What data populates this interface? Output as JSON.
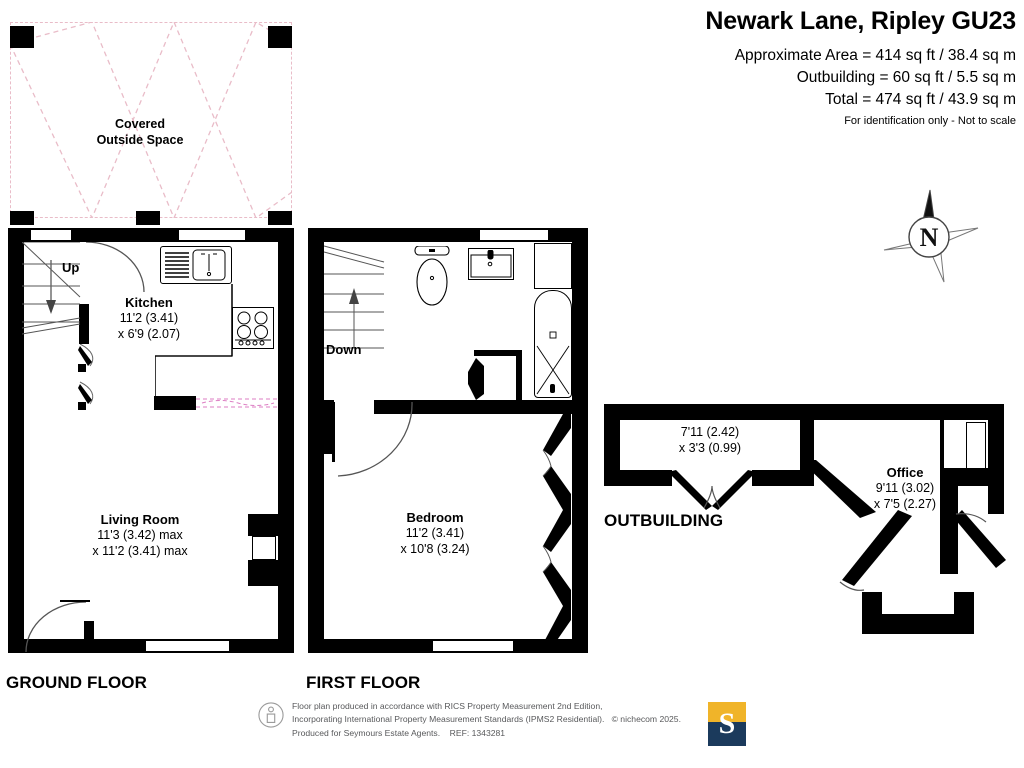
{
  "header": {
    "title": "Newark Lane, Ripley GU23",
    "area_main": "Approximate Area = 414 sq ft / 38.4 sq m",
    "area_outbuilding": "Outbuilding = 60 sq ft / 5.5 sq m",
    "area_total": "Total = 474 sq ft / 43.9 sq m",
    "disclaimer": "For identification only - Not to scale"
  },
  "ground_floor": {
    "title": "GROUND FLOOR",
    "covered_space": {
      "line1": "Covered",
      "line2": "Outside Space"
    },
    "kitchen": {
      "name": "Kitchen",
      "dim1": "11'2 (3.41)",
      "dim2": "x 6'9 (2.07)"
    },
    "living_room": {
      "name": "Living Room",
      "dim1": "11'3 (3.42) max",
      "dim2": "x 11'2 (3.41) max"
    },
    "stairs_label": "Up"
  },
  "first_floor": {
    "title": "FIRST FLOOR",
    "bedroom": {
      "name": "Bedroom",
      "dim1": "11'2 (3.41)",
      "dim2": "x 10'8 (3.24)"
    },
    "stairs_label": "Down"
  },
  "outbuilding": {
    "title": "OUTBUILDING",
    "store": {
      "dim1": "7'11 (2.42)",
      "dim2": "x 3'3 (0.99)"
    },
    "office": {
      "name": "Office",
      "dim1": "9'11 (3.02)",
      "dim2": "x 7'5 (2.27)"
    }
  },
  "compass": {
    "label": "N"
  },
  "footer": {
    "line1": "Floor plan produced in accordance with RICS Property Measurement 2nd Edition,",
    "line2": "Incorporating International Property Measurement Standards (IPMS2 Residential).",
    "copyright": "© nichecom 2025.",
    "line3": "Produced for Seymours Estate Agents.",
    "ref": "REF: 1343281",
    "logo_letter": "S"
  },
  "colors": {
    "wall": "#000000",
    "dashed": "#e9bcc8",
    "logo_gold": "#F0B429",
    "logo_navy": "#1B3A5C"
  }
}
